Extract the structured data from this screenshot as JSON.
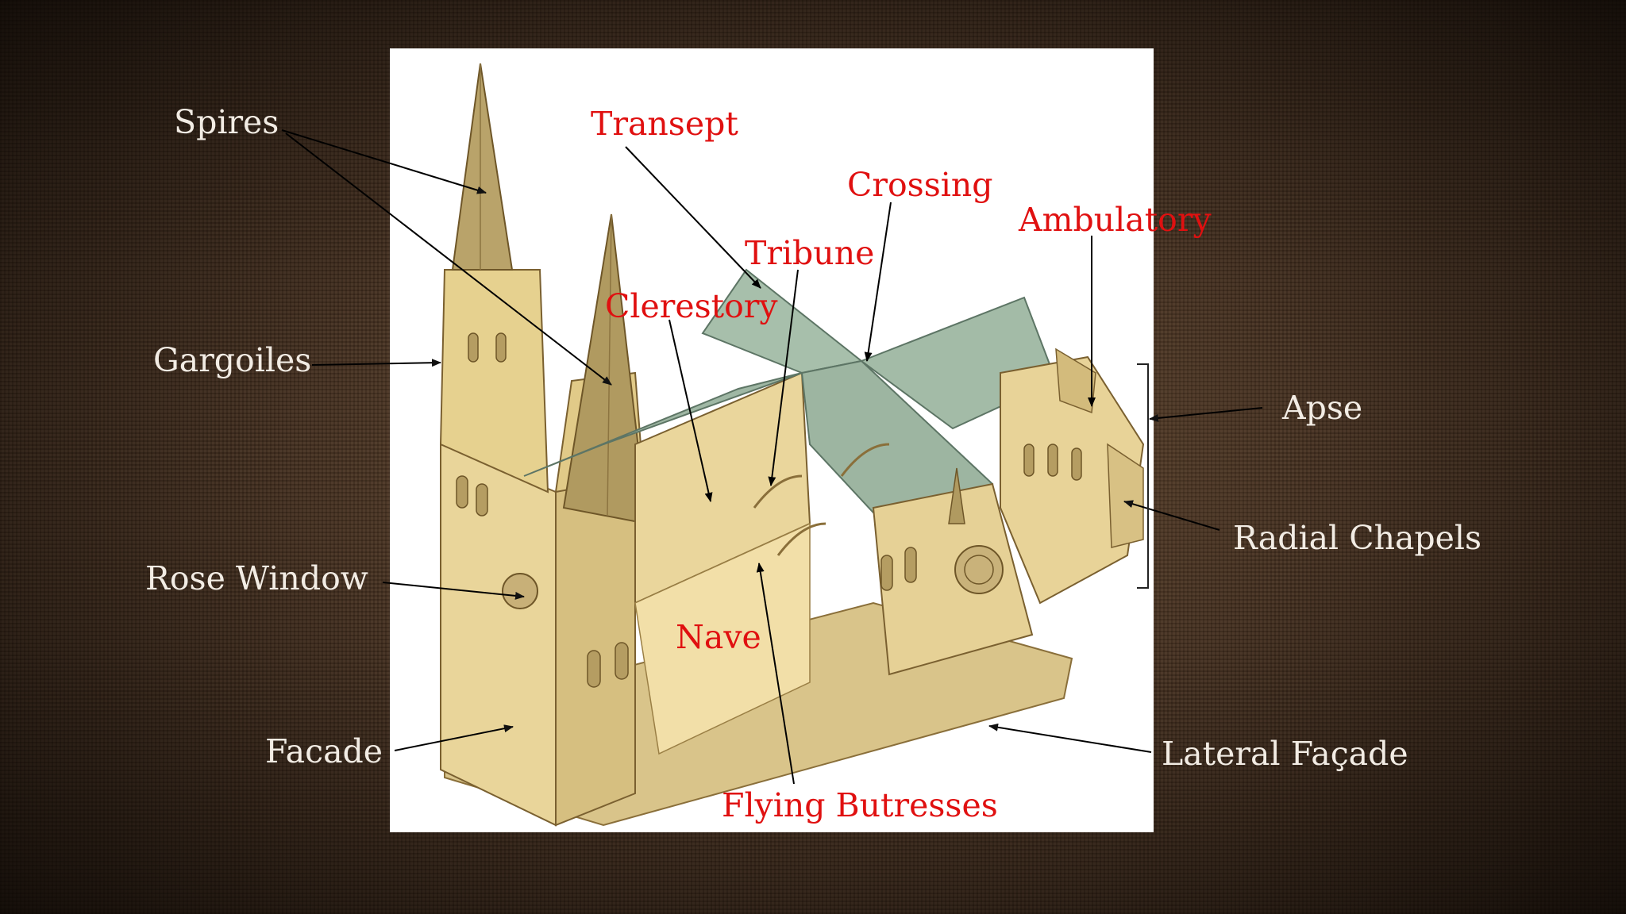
{
  "labels_outer": {
    "spires": "Spires",
    "gargoiles": "Gargoiles",
    "rose_window": "Rose Window",
    "facade": "Facade",
    "apse": "Apse",
    "radial_chapels": "Radial Chapels",
    "lateral_facade": "Lateral Façade"
  },
  "labels_inner": {
    "transept": "Transept",
    "crossing": "Crossing",
    "ambulatory": "Ambulatory",
    "tribune": "Tribune",
    "clerestory": "Clerestory",
    "nave": "Nave",
    "flying_butresses": "Flying Butresses"
  },
  "colors": {
    "outer_label": "#f2ece4",
    "inner_label": "#e01010",
    "roof": "#9fb7a4",
    "stone": "#e4cf92"
  }
}
